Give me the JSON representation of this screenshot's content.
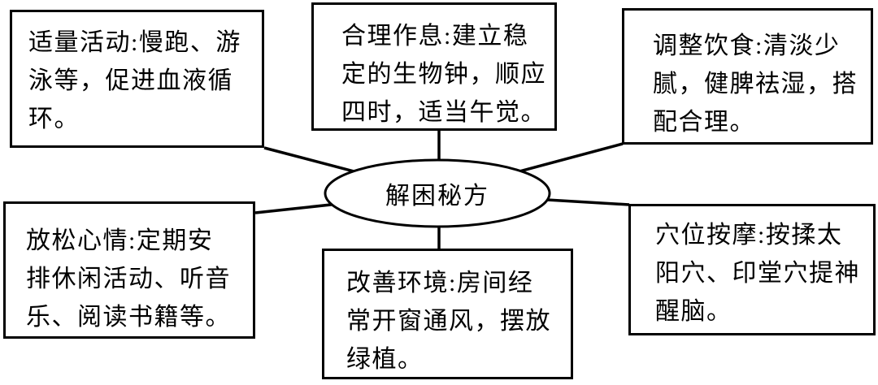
{
  "center": {
    "label": "解困秘方"
  },
  "nodes": [
    {
      "id": "activity",
      "position": "top-left",
      "text": "适量活动:慢跑、游\n泳等，促进血液循\n环。"
    },
    {
      "id": "routine",
      "position": "top-center",
      "text": "合理作息:建立稳\n定的生物钟，顺应\n四时，适当午觉。"
    },
    {
      "id": "diet",
      "position": "top-right",
      "text": "调整饮食:清淡少\n腻，健脾祛湿，搭\n配合理。"
    },
    {
      "id": "relax",
      "position": "bottom-left",
      "text": "放松心情:定期安\n排休闲活动、听音\n乐、阅读书籍等。"
    },
    {
      "id": "environment",
      "position": "bottom-center",
      "text": "改善环境:房间经\n常开窗通风，摆放\n绿植。"
    },
    {
      "id": "massage",
      "position": "bottom-right",
      "text": "穴位按摩:按揉太\n阳穴、印堂穴提神\n醒脑。"
    }
  ],
  "colors": {
    "stroke": "#000000",
    "fill": "#ffffff",
    "text": "#000000"
  }
}
